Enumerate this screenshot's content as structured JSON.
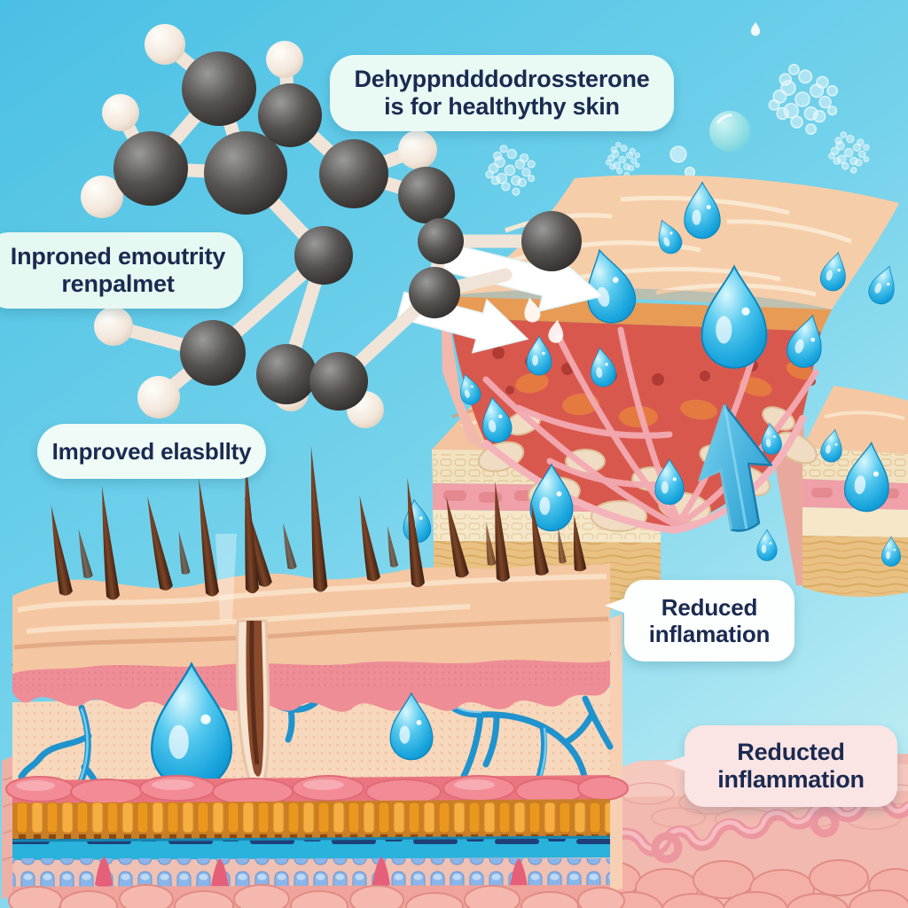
{
  "scene": {
    "labels": {
      "title": "Dehyppndddodrossterone is for healthythy skin",
      "moisture": "Inproned emoutrity renpalmet",
      "elasticity": "Improved elasbllty",
      "inflammation_right": "Reduced inflamation",
      "inflammation_bottom": "Reducted inflammation"
    },
    "colors": {
      "sky_top": "#4FC3E5",
      "sky_bottom": "#B7EAF3",
      "label_background": "#E9FAF5",
      "label_text": "#1B2A50",
      "droplet_blue": "#2FB4E6",
      "skin_surface_peach": "#F6CDA9",
      "dermis_pink": "#EE8D96",
      "capillary_blue": "#1F93CE",
      "gold_layer": "#F0A435",
      "hair_brown": "#5A2E1C",
      "tissue_red": "#D9584E",
      "bottom_tissue_pink": "#F2B9B0",
      "arrow_white": "#FFFFFF",
      "arrow_blue": "#2E9FD2"
    },
    "elements": [
      "molecule-model",
      "hydrated-skin-block",
      "hairy-skin-block",
      "water-droplets",
      "up-arrow",
      "flow-arrows",
      "bubble-clusters"
    ]
  }
}
